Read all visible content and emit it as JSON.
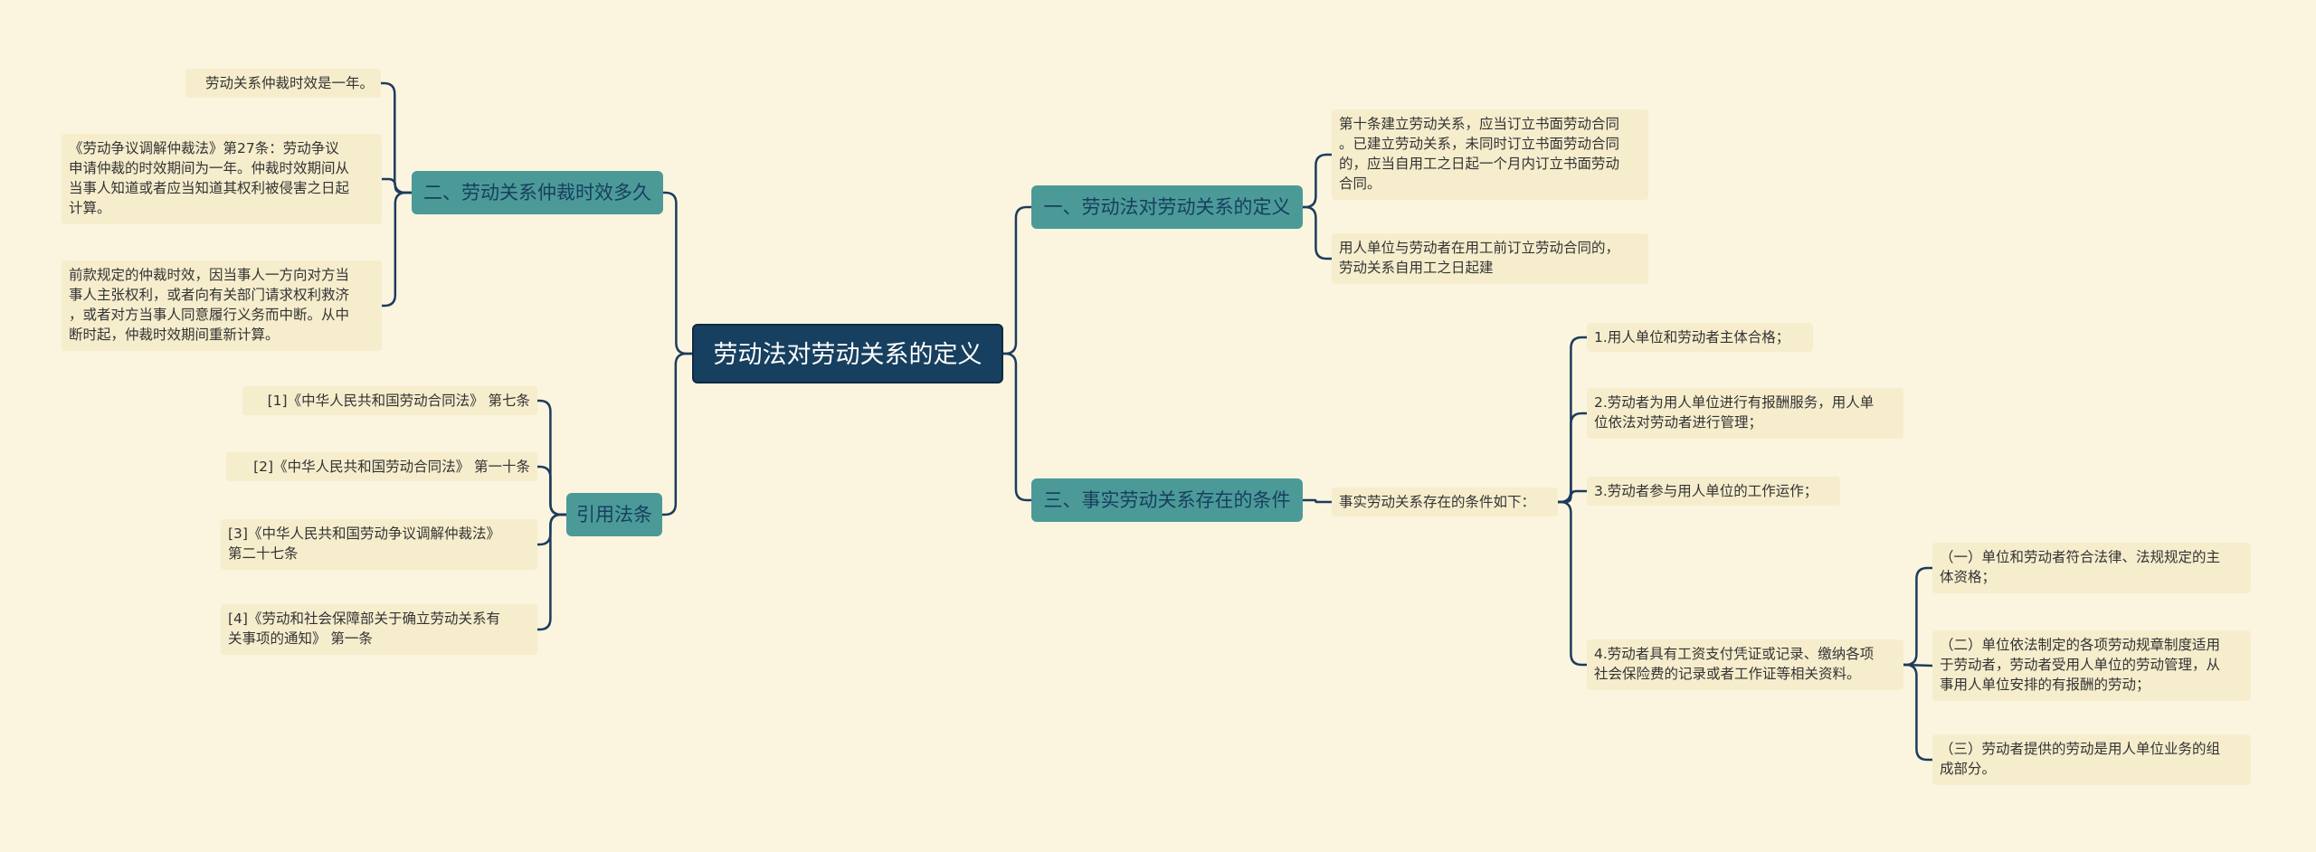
{
  "root": {
    "label": "劳动法对劳动关系的定义"
  },
  "branches": {
    "b1": {
      "label": "一、劳动法对劳动关系的定义",
      "leaves": [
        {
          "lines": [
            "第十条建立劳动关系，应当订立书面劳动合同",
            "。已建立劳动关系，未同时订立书面劳动合同",
            "的，应当自用工之日起一个月内订立书面劳动",
            "合同。"
          ]
        },
        {
          "lines": [
            "用人单位与劳动者在用工前订立劳动合同的，",
            "劳动关系自用工之日起建"
          ]
        }
      ]
    },
    "b3": {
      "label": "三、事实劳动关系存在的条件",
      "mid": {
        "lines": [
          "事实劳动关系存在的条件如下："
        ]
      },
      "leaves": [
        {
          "lines": [
            "1.用人单位和劳动者主体合格；"
          ]
        },
        {
          "lines": [
            "2.劳动者为用人单位进行有报酬服务，用人单",
            "位依法对劳动者进行管理；"
          ]
        },
        {
          "lines": [
            "3.劳动者参与用人单位的工作运作；"
          ]
        },
        {
          "lines": [
            "4.劳动者具有工资支付凭证或记录、缴纳各项",
            "社会保险费的记录或者工作证等相关资料。"
          ]
        }
      ],
      "sub": [
        {
          "lines": [
            "（一）单位和劳动者符合法律、法规规定的主",
            "体资格；"
          ]
        },
        {
          "lines": [
            "（二）单位依法制定的各项劳动规章制度适用",
            "于劳动者，劳动者受用人单位的劳动管理，从",
            "事用人单位安排的有报酬的劳动；"
          ]
        },
        {
          "lines": [
            "（三）劳动者提供的劳动是用人单位业务的组",
            "成部分。"
          ]
        }
      ]
    },
    "b2": {
      "label": "二、劳动关系仲裁时效多久",
      "leaves": [
        {
          "lines": [
            "劳动关系仲裁时效是一年。"
          ]
        },
        {
          "lines": [
            "《劳动争议调解仲裁法》第27条：劳动争议",
            "申请仲裁的时效期间为一年。仲裁时效期间从",
            "当事人知道或者应当知道其权利被侵害之日起",
            "计算。"
          ]
        },
        {
          "lines": [
            "前款规定的仲裁时效，因当事人一方向对方当",
            "事人主张权利，或者向有关部门请求权利救济",
            "，或者对方当事人同意履行义务而中断。从中",
            "断时起，仲裁时效期间重新计算。"
          ]
        }
      ]
    },
    "b4": {
      "label": "引用法条",
      "leaves": [
        {
          "lines": [
            "[1]《中华人民共和国劳动合同法》 第七条"
          ]
        },
        {
          "lines": [
            "[2]《中华人民共和国劳动合同法》 第一十条"
          ]
        },
        {
          "lines": [
            "[3]《中华人民共和国劳动争议调解仲裁法》",
            "第二十七条"
          ]
        },
        {
          "lines": [
            "[4]《劳动和社会保障部关于确立劳动关系有",
            "关事项的通知》 第一条"
          ]
        }
      ]
    }
  },
  "colors": {
    "background": "#fbf5df",
    "root": "#173f5f",
    "branch": "#4b9a98",
    "leaf": "#f6edcd",
    "link": "#1c3c5c"
  }
}
